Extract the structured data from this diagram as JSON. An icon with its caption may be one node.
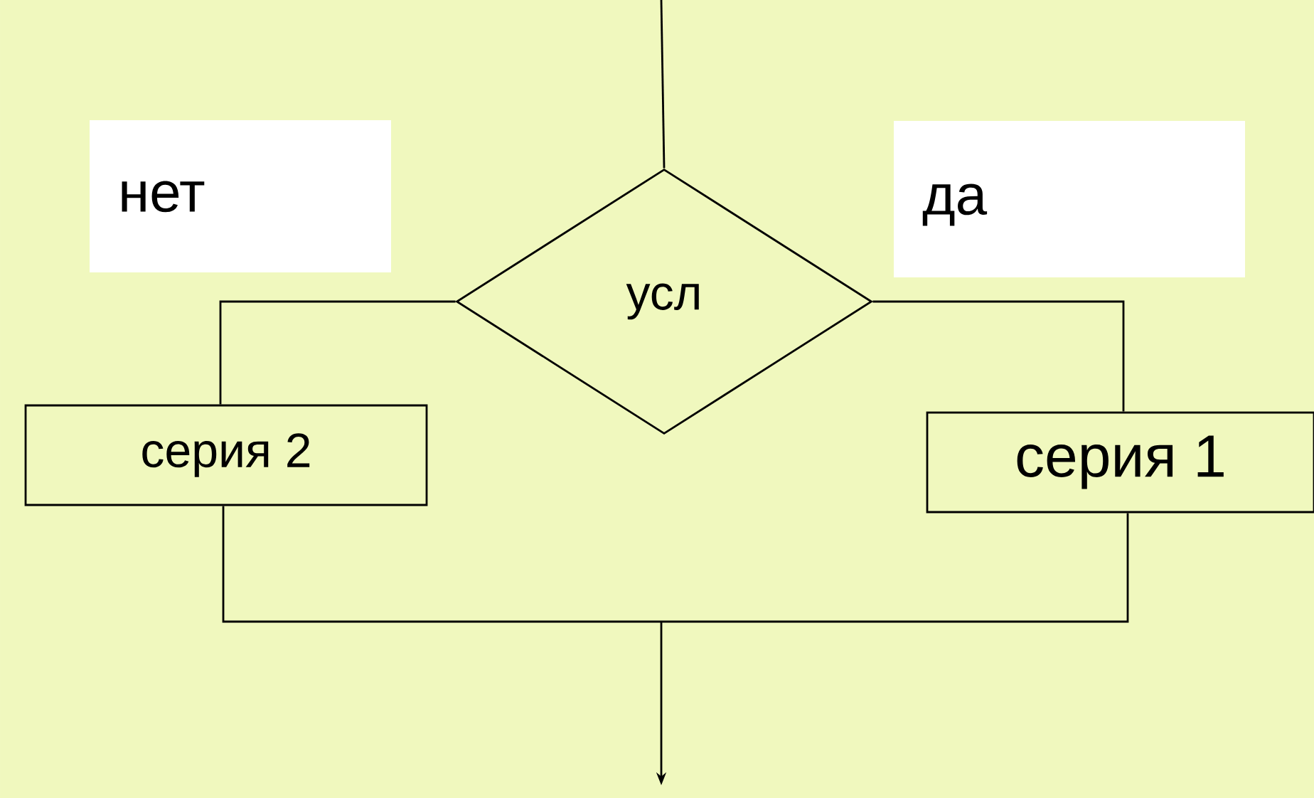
{
  "diagram": {
    "nodes": [
      {
        "text": [
          "усл"
        ]
      },
      {
        "text": [
          "серия 2"
        ]
      },
      {
        "text": [
          "серия 1"
        ]
      },
      {
        "text": [
          "нет"
        ]
      },
      {
        "text": [
          "да"
        ]
      }
    ],
    "edges": [
      {
        "from": null,
        "to": 0,
        "arrow": "none"
      },
      {
        "from": 0,
        "to": 1,
        "arrow": "none"
      },
      {
        "from": 0,
        "to": 2,
        "arrow": "none"
      },
      {
        "from": 1,
        "to": null,
        "arrow": "to"
      },
      {
        "from": 2,
        "to": null,
        "arrow": "to"
      }
    ]
  }
}
